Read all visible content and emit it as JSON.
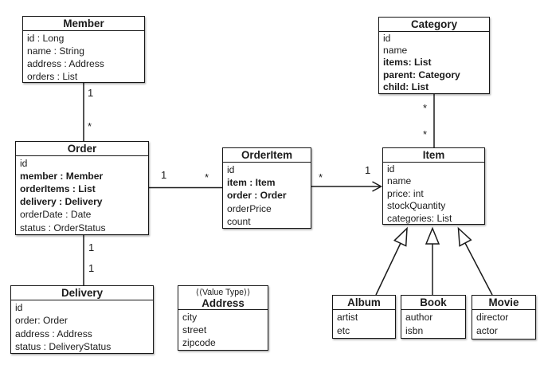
{
  "classes": {
    "member": {
      "title": "Member",
      "attributes": [
        "id : Long",
        "name : String",
        "address : Address",
        "orders : List"
      ]
    },
    "order": {
      "title": "Order",
      "attributes": [
        "id",
        "member : Member",
        "orderItems : List",
        "delivery : Delivery",
        "orderDate : Date",
        "status : OrderStatus"
      ]
    },
    "delivery": {
      "title": "Delivery",
      "attributes": [
        "id",
        "order: Order",
        "address : Address",
        "status : DeliveryStatus"
      ]
    },
    "orderitem": {
      "title": "OrderItem",
      "attributes": [
        "id",
        "item : Item",
        "order : Order",
        "orderPrice",
        "count"
      ]
    },
    "address": {
      "stereotype": "⟨⟨Value Type⟩⟩",
      "title": "Address",
      "attributes": [
        "city",
        "street",
        "zipcode"
      ]
    },
    "category": {
      "title": "Category",
      "attributes": [
        "id",
        "name",
        "items: List",
        "parent: Category",
        "child: List"
      ]
    },
    "item": {
      "title": "Item",
      "attributes": [
        "id",
        "name",
        "price: int",
        "stockQuantity",
        "categories: List"
      ]
    },
    "album": {
      "title": "Album",
      "attributes": [
        "artist",
        "etc"
      ]
    },
    "book": {
      "title": "Book",
      "attributes": [
        "author",
        "isbn"
      ]
    },
    "movie": {
      "title": "Movie",
      "attributes": [
        "director",
        "actor"
      ]
    }
  },
  "relationships": [
    {
      "type": "association",
      "from": "Member",
      "to": "Order",
      "labels": [
        "1",
        "*"
      ]
    },
    {
      "type": "association",
      "from": "Order",
      "to": "OrderItem",
      "labels": [
        "1",
        "*"
      ]
    },
    {
      "type": "association",
      "from": "OrderItem",
      "to": "Item",
      "arrow": "open",
      "labels": [
        "*",
        "1"
      ]
    },
    {
      "type": "association",
      "from": "Category",
      "to": "Item",
      "labels": [
        "*",
        "*"
      ]
    },
    {
      "type": "association",
      "from": "Order",
      "to": "Delivery",
      "labels": [
        "1",
        "1"
      ]
    },
    {
      "type": "generalization",
      "from": "Album",
      "to": "Item"
    },
    {
      "type": "generalization",
      "from": "Book",
      "to": "Item"
    },
    {
      "type": "generalization",
      "from": "Movie",
      "to": "Item"
    }
  ]
}
